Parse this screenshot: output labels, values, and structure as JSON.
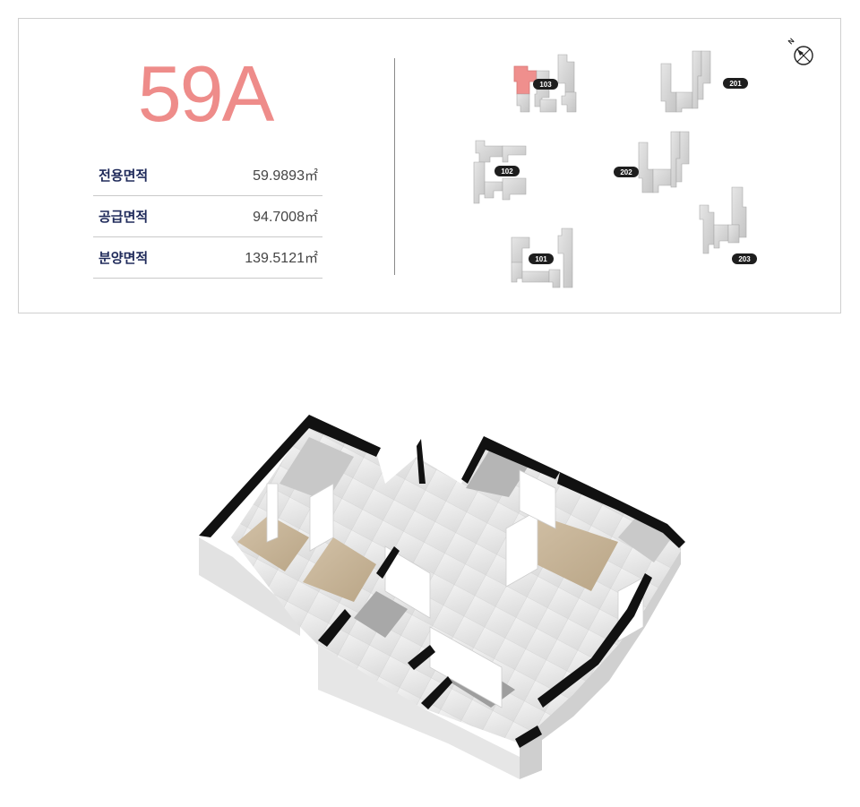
{
  "unit_type": "59A",
  "areas": [
    {
      "label": "전용면적",
      "value": "59.9893",
      "unit": "㎡"
    },
    {
      "label": "공급면적",
      "value": "94.7008",
      "unit": "㎡"
    },
    {
      "label": "분양면적",
      "value": "139.5121",
      "unit": "㎡"
    }
  ],
  "site_map": {
    "buildings": [
      "103",
      "201",
      "102",
      "202",
      "101",
      "203"
    ],
    "highlight_building": "103",
    "highlight_color": "#ef8f8d",
    "compass": "N",
    "compass_icon": "north-arrow-icon"
  },
  "floor_plan": {
    "image": "isometric-floor-plan"
  }
}
